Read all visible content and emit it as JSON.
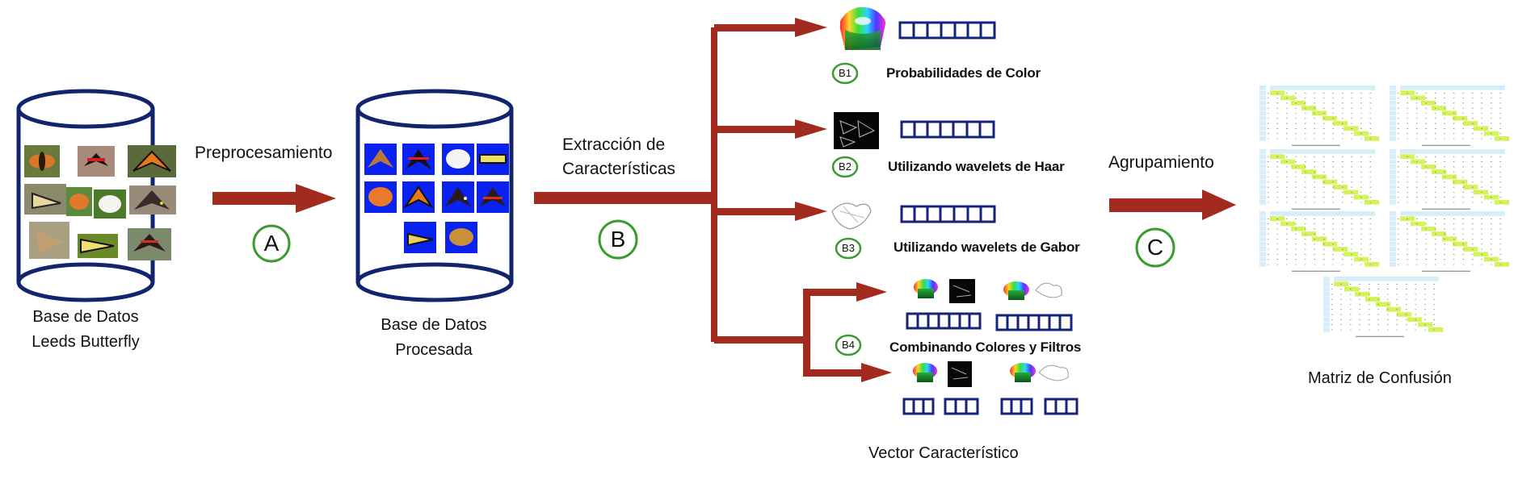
{
  "colors": {
    "arrow": "#a32a1e",
    "cylinder": "#12246e",
    "circle_outline": "#3a9c2e",
    "vector_box": "#15247a",
    "matrix_cell": "#d7edf8",
    "matrix_highlight": "#d4f25a"
  },
  "database": {
    "caption_line1": "Base de Datos",
    "caption_line2": "Leeds Butterfly"
  },
  "processed": {
    "caption_line1": "Base de Datos",
    "caption_line2": "Procesada"
  },
  "steps": {
    "preprocess_label": "Preprocesamiento",
    "extraction_label_line1": "Extracción de",
    "extraction_label_line2": "Características",
    "grouping_label": "Agrupamiento",
    "letter_a": "A",
    "letter_b": "B",
    "letter_c": "C"
  },
  "branches": {
    "b1": {
      "tag": "B1",
      "label": "Probabilidades de Color"
    },
    "b2": {
      "tag": "B2",
      "label": "Utilizando wavelets de Haar"
    },
    "b3": {
      "tag": "B3",
      "label": "Utilizando wavelets de Gabor"
    },
    "b4": {
      "tag": "B4",
      "label": "Combinando Colores y Filtros"
    }
  },
  "vector_caption": "Vector Característico",
  "matrix_caption": "Matriz de Confusión"
}
